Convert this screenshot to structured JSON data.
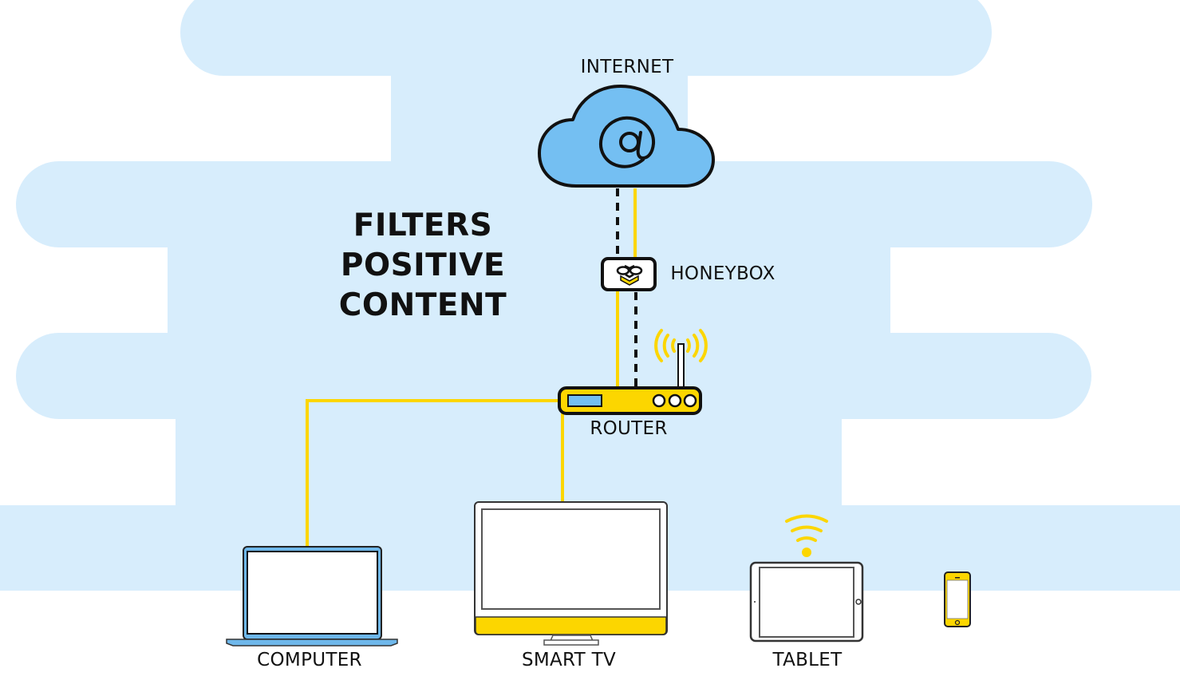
{
  "headline": {
    "lines": [
      "FILTERS",
      "POSITIVE",
      "CONTENT"
    ]
  },
  "nodes": {
    "internet": {
      "label": "INTERNET",
      "icon": "at-sign-icon"
    },
    "honeybox": {
      "label": "HONEYBOX",
      "icon": "bee-icon"
    },
    "router": {
      "label": "ROUTER",
      "indicator_lights": 3
    },
    "computer": {
      "label": "COMPUTER"
    },
    "smart_tv": {
      "label": "SMART TV"
    },
    "tablet": {
      "label": "TABLET"
    },
    "phone": {
      "label": ""
    }
  },
  "connections": [
    {
      "from": "internet",
      "to": "honeybox",
      "style": "dashed"
    },
    {
      "from": "honeybox",
      "to": "router",
      "style": "dashed"
    },
    {
      "from": "internet",
      "to": "router",
      "style": "solid-yellow",
      "note": "bypasses honeybox"
    },
    {
      "from": "router",
      "to": "computer",
      "style": "solid-yellow"
    },
    {
      "from": "router",
      "to": "smart_tv",
      "style": "solid-yellow"
    },
    {
      "from": "router",
      "to": "tablet",
      "style": "wifi"
    }
  ],
  "colors": {
    "background_band": "#d7edfc",
    "cloud_fill": "#74bff2",
    "accent_yellow": "#fcd600",
    "outline": "#111111",
    "laptop_blue": "#6eb7ea"
  }
}
